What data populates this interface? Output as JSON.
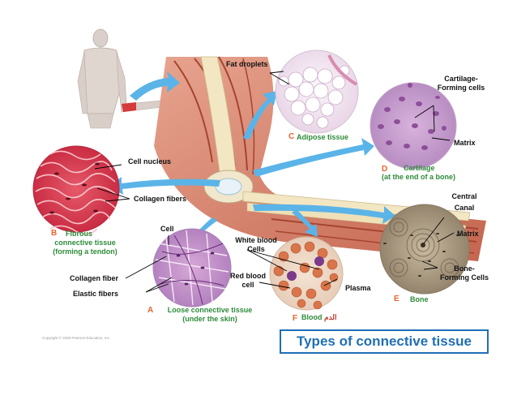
{
  "labels": {
    "fat_droplets": "Fat droplets",
    "adipose_letter": "C",
    "adipose": "Adipose tissue",
    "cartilage_forming_1": "Cartilage-",
    "cartilage_forming_2": "Forming cells",
    "matrix_top": "Matrix",
    "cartilage_letter": "D",
    "cartilage_1": "Cartilage",
    "cartilage_2": "(at the end of a bone)",
    "cell_nucleus": "Cell nucleus",
    "collagen_fibers": "Collagen fibers",
    "fibrous_letter": "B",
    "fibrous_1": "Fibrous",
    "fibrous_2": "connective tissue",
    "fibrous_3": "(forming a tendon)",
    "central_canal_1": "Central",
    "central_canal_2": "Canal",
    "matrix_bone": "Matrix",
    "bone_forming_1": "Bone-",
    "bone_forming_2": "Forming Cells",
    "bone_letter": "E",
    "bone": "Bone",
    "cell": "Cell",
    "white_blood_1": "White blood",
    "white_blood_2": "Cells",
    "red_blood_1": "Red blood",
    "red_blood_2": "cell",
    "plasma": "Plasma",
    "collagen_fiber": "Collagen fiber",
    "elastic_fibers": "Elastic fibers",
    "loose_letter": "A",
    "loose_1": "Loose connective tissue",
    "loose_2": "(under the skin)",
    "blood_letter": "F",
    "blood": "Blood",
    "blood_arabic": "الدم",
    "copyright": "Copyright © 2009 Pearson Education, Inc."
  },
  "title": "Types of connective tissue",
  "colors": {
    "accent_blue": "#1f6fb5",
    "label_green": "#2e8b3a",
    "letter_orange": "#e8632a",
    "arrow_blue": "#5ab4e8"
  }
}
